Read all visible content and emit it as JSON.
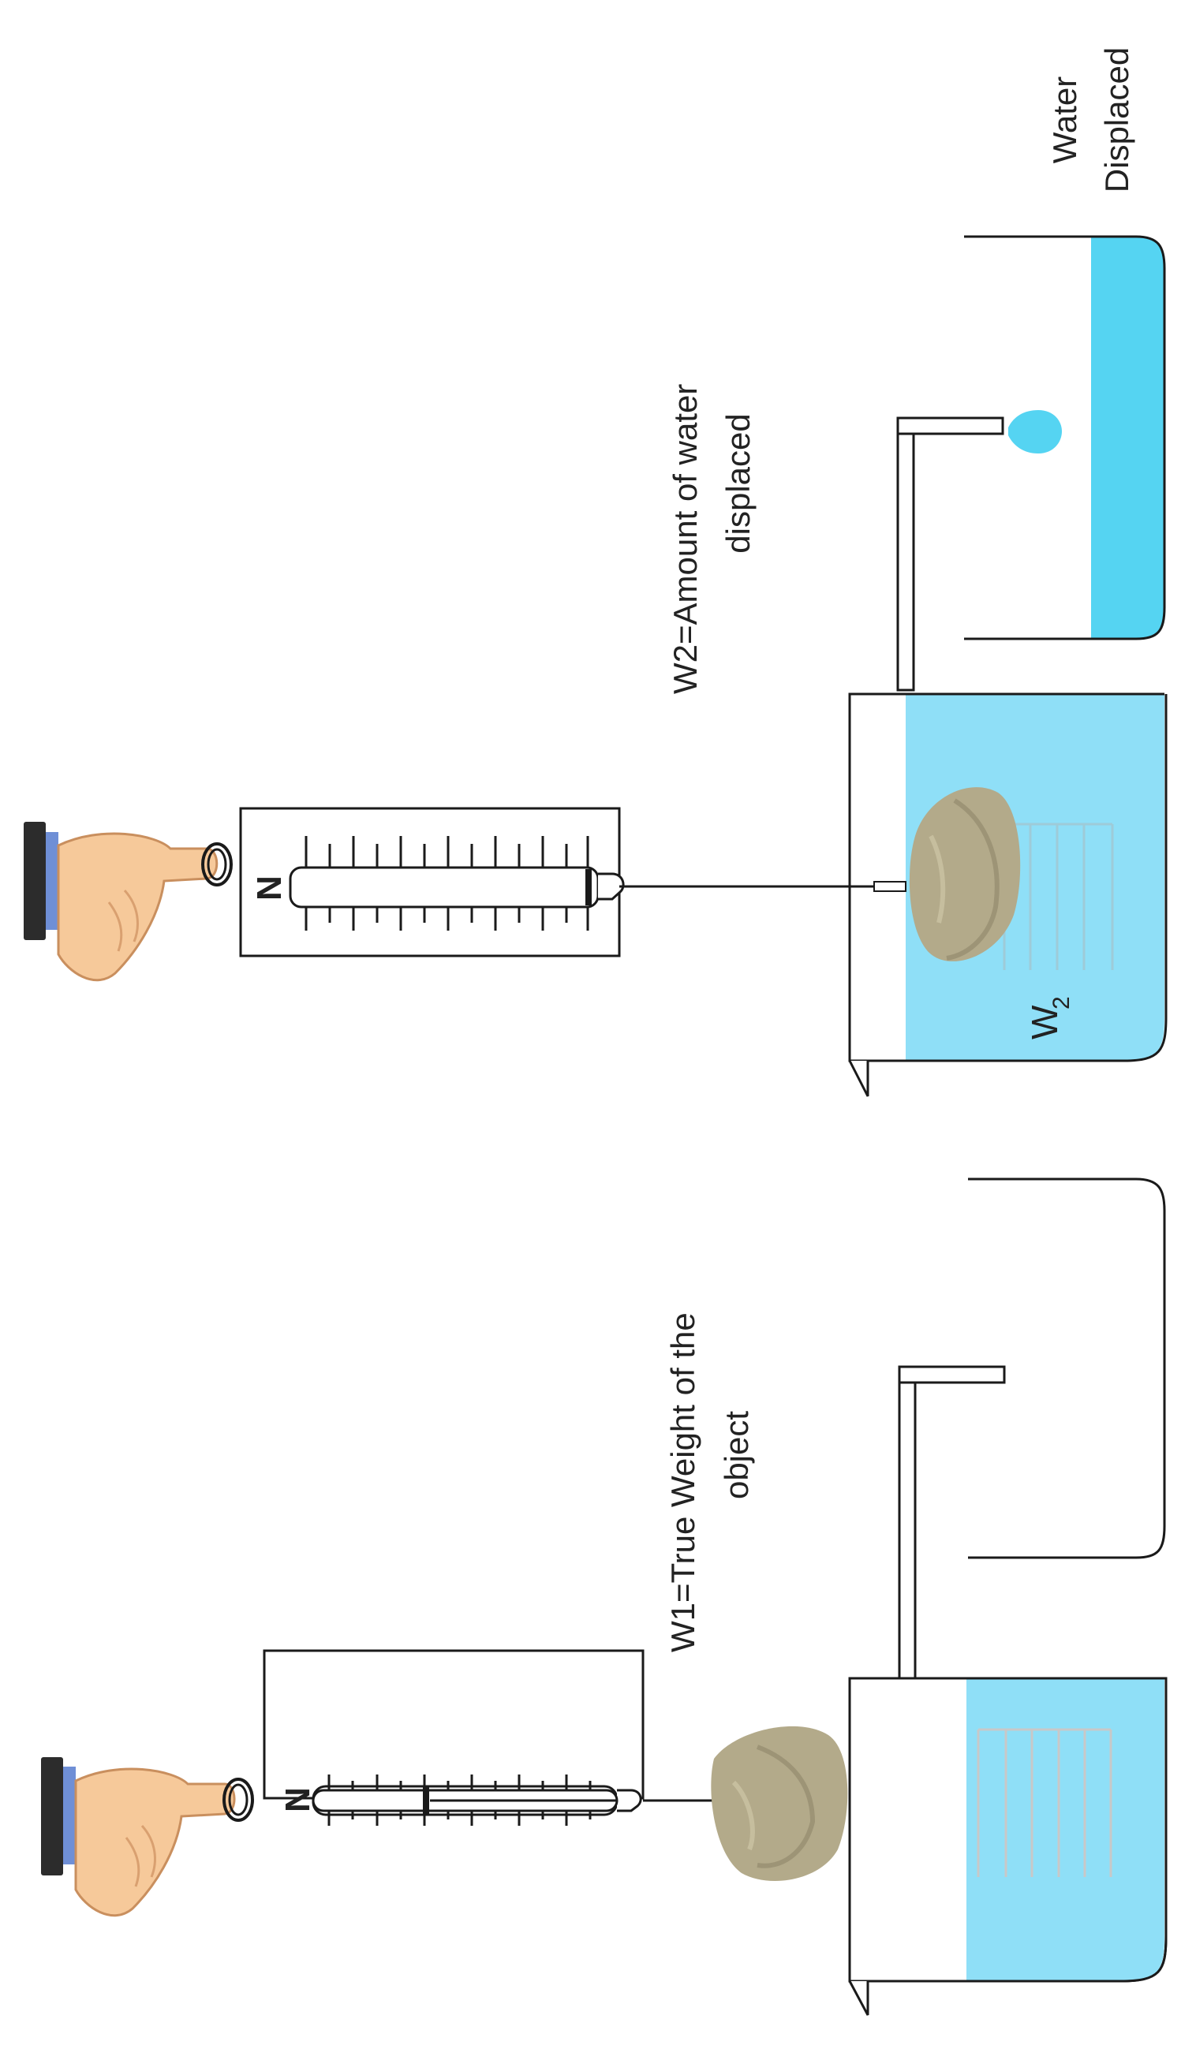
{
  "labels": {
    "w1_line1": "W1=True Weight of the",
    "w1_line2": "object",
    "w2_line1": "W2=Amount of water",
    "w2_line2": "displaced",
    "water_line1": "Water",
    "water_line2": "Displaced",
    "w2_mark": "W",
    "w2_sub": "2",
    "n_left": "N",
    "n_right": "N"
  },
  "colors": {
    "water": "#8fdff7",
    "water_displaced": "#55d4f2",
    "rock": "#b3aa8a",
    "rock_shade": "#8e8569",
    "skin": "#f6c99a",
    "sleeve": "#2c2c2c",
    "cuff": "#6f8fd6",
    "outline": "#1a1a1a",
    "grad": "#c8c8c8"
  },
  "icons": [
    "hand-icon",
    "spring-scale-icon",
    "rock-icon",
    "beaker-icon",
    "water-drop-icon"
  ]
}
